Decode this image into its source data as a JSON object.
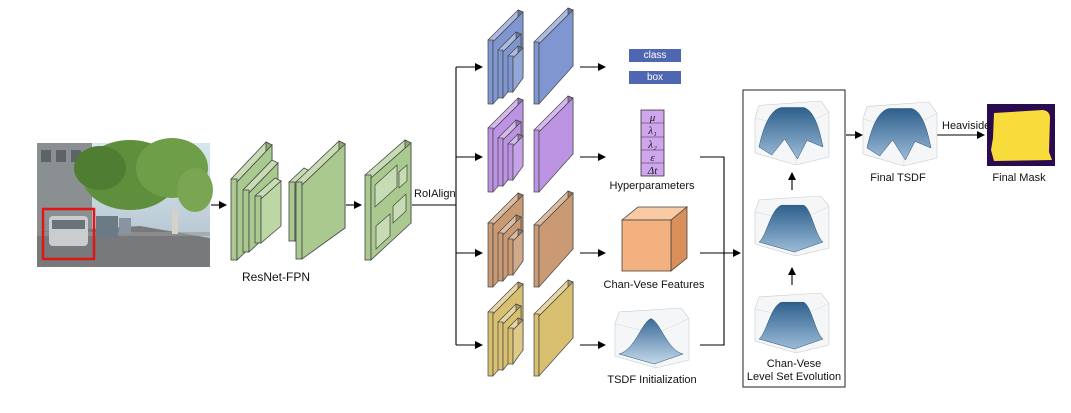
{
  "labels": {
    "backbone": "ResNet-FPN",
    "roialign": "RoIAlign",
    "class_tag": "class",
    "box_tag": "box",
    "hyperparameters": "Hyperparameters",
    "features": "Chan-Vese Features",
    "tsdf_init": "TSDF Initialization",
    "evolution_line1": "Chan-Vese",
    "evolution_line2": "Level Set Evolution",
    "final_tsdf": "Final TSDF",
    "heaviside": "Heaviside",
    "final_mask": "Final Mask"
  },
  "hyper_symbols": [
    "μ",
    "λ₁",
    "λ₂",
    "ε",
    "Δt"
  ],
  "colors": {
    "backbone": "#a9c98f",
    "head_class": "#7f96d0",
    "head_hyper": "#bb93e2",
    "head_features": "#c99a73",
    "head_tsdf": "#d9c071",
    "tag_fill": "#4f67b2",
    "feature_cube": "#f2b17f",
    "mask": "#f7dc3c",
    "mask_bg": "#2b0b4f"
  }
}
